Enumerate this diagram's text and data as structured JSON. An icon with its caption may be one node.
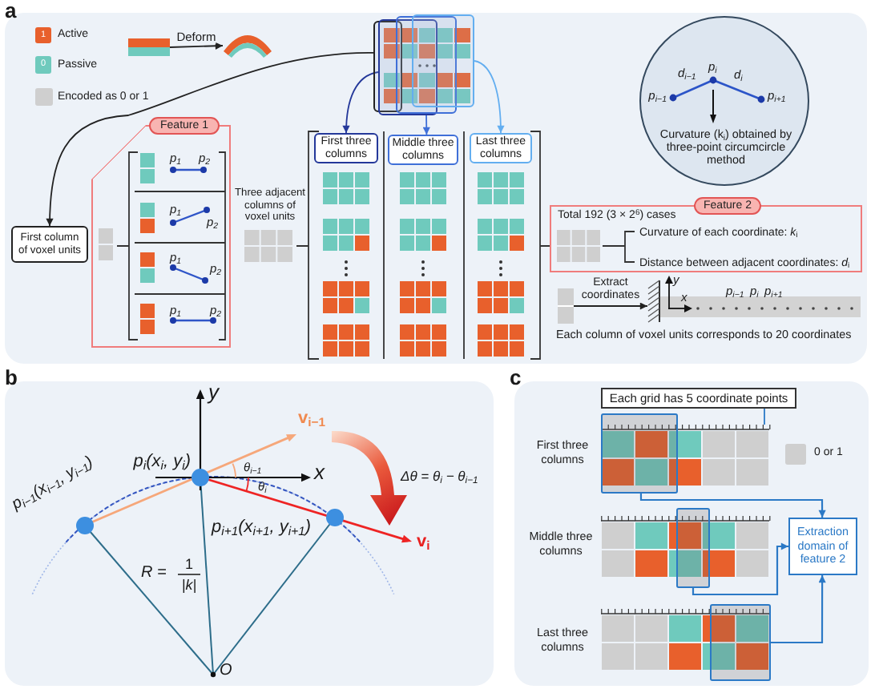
{
  "diagram": {
    "nodes": [
      {
        "text": [],
        "shape": "bar"
      },
      {
        "text": [],
        "shape": "arc"
      },
      {
        "text": [],
        "shape": "box"
      },
      {
        "text": [],
        "shape": "box"
      },
      {
        "text": [],
        "shape": "box"
      },
      {
        "text": [],
        "shape": "box"
      },
      {
        "text": [
          "d$_{i−1}$",
          "p$_{i}$",
          "d$_{i}$",
          "p$_{i−1}$",
          "p$_{i+1}$",
          "Curvature (k$_{i}$) obtained by three-point circumcircle method"
        ]
      },
      {
        "text": [
          "Feature 1",
          "p$_{1}$",
          "p$_{2}$",
          "p$_{1}$",
          "p$_{2}$",
          "p$_{1}$",
          "p$_{2}$",
          "p$_{1}$",
          "p$_{2}$"
        ]
      },
      {
        "text": [
          "First column of voxel units"
        ]
      },
      {
        "text": [
          "First three columns"
        ]
      },
      {
        "text": [
          "Middle three columns"
        ]
      },
      {
        "text": [
          "Last three columns"
        ]
      },
      {
        "text": [
          "Feature 2",
          "Total 192 (3 × 2$^{6}$) cases",
          "Curvature of each coordinate: *k*$_{i}$",
          "Distance between adjacent coordinates: *d*$_{i}$"
        ]
      },
      {
        "text": [],
        "shape": "box"
      },
      {
        "text": [],
        "shape": "picture"
      },
      {
        "text": [
          "y",
          "x",
          "p$_{i−1}$",
          "p$_{i}$",
          "p$_{i+1}$"
        ]
      },
      {
        "text": [
          "Each grid has 5 coordinate points"
        ]
      },
      {
        "text": [],
        "shape": "box"
      },
      {
        "text": [],
        "shape": "grid",
        "beside": [
          "First three columns"
        ]
      },
      {
        "text": [],
        "shape": "box"
      },
      {
        "text": [],
        "shape": "grid",
        "beside": [
          "Middle three columns"
        ]
      },
      {
        "text": [
          "Extraction domain of feature 2"
        ]
      },
      {
        "text": [],
        "shape": "box"
      },
      {
        "text": [],
        "shape": "grid",
        "beside": [
          "Last three columns"
        ]
      }
    ],
    "edges": [
      {
        "from": 0,
        "to": 1,
        "arrow": "to",
        "label": "Deform",
        "color": "#222222"
      },
      {
        "from": 2,
        "to": 8,
        "arrow": "to",
        "color": "#222222"
      },
      {
        "from": 3,
        "to": 9,
        "arrow": "to",
        "color": "#24389a"
      },
      {
        "from": 4,
        "to": 10,
        "arrow": "to",
        "color": "#3f6fd8"
      },
      {
        "from": 5,
        "to": 11,
        "arrow": "to",
        "color": "#63aef0"
      },
      {
        "from": 13,
        "to": 14,
        "arrow": "to",
        "label": "Extract coordinates",
        "color": "#222222"
      },
      {
        "from": 16,
        "to": 18,
        "arrow": "none",
        "color": "#2b79c6"
      },
      {
        "from": 17,
        "to": 21,
        "arrow": "to",
        "color": "#2b79c6"
      },
      {
        "from": 19,
        "to": 21,
        "arrow": "to",
        "color": "#2b79c6"
      },
      {
        "from": 22,
        "to": 21,
        "arrow": "to",
        "color": "#2b79c6"
      }
    ],
    "labels": [
      "a",
      "1",
      "0",
      "Three adjacent columns of voxel units",
      "Each column of voxel units corresponds to 20 coordinates",
      "b",
      "y",
      "v$_{i−1}$",
      "x",
      "p$_{i}$(x$_{i}$, y$_{i}$)",
      "θ$_{i−1}$",
      "θ$_{i}$",
      "Δθ = θ$_{i}$ − θ$_{i−1}$",
      "p$_{i−1}$(x$_{i−1}$, y$_{i−1}$)",
      "p$_{i+1}$(x$_{i+1}$, y$_{i+1}$)",
      "v$_{i}$",
      "R =",
      "1",
      "|k|",
      "O",
      "c"
    ],
    "legend": [
      {
        "text": "Active",
        "color": "#e8602c"
      },
      {
        "text": "Passive",
        "color": "#6fcabd"
      },
      {
        "text": "Encoded as 0 or 1",
        "color": "#cfcfcf"
      },
      {
        "text": "0 or 1",
        "color": "#cfcfcf"
      }
    ]
  }
}
